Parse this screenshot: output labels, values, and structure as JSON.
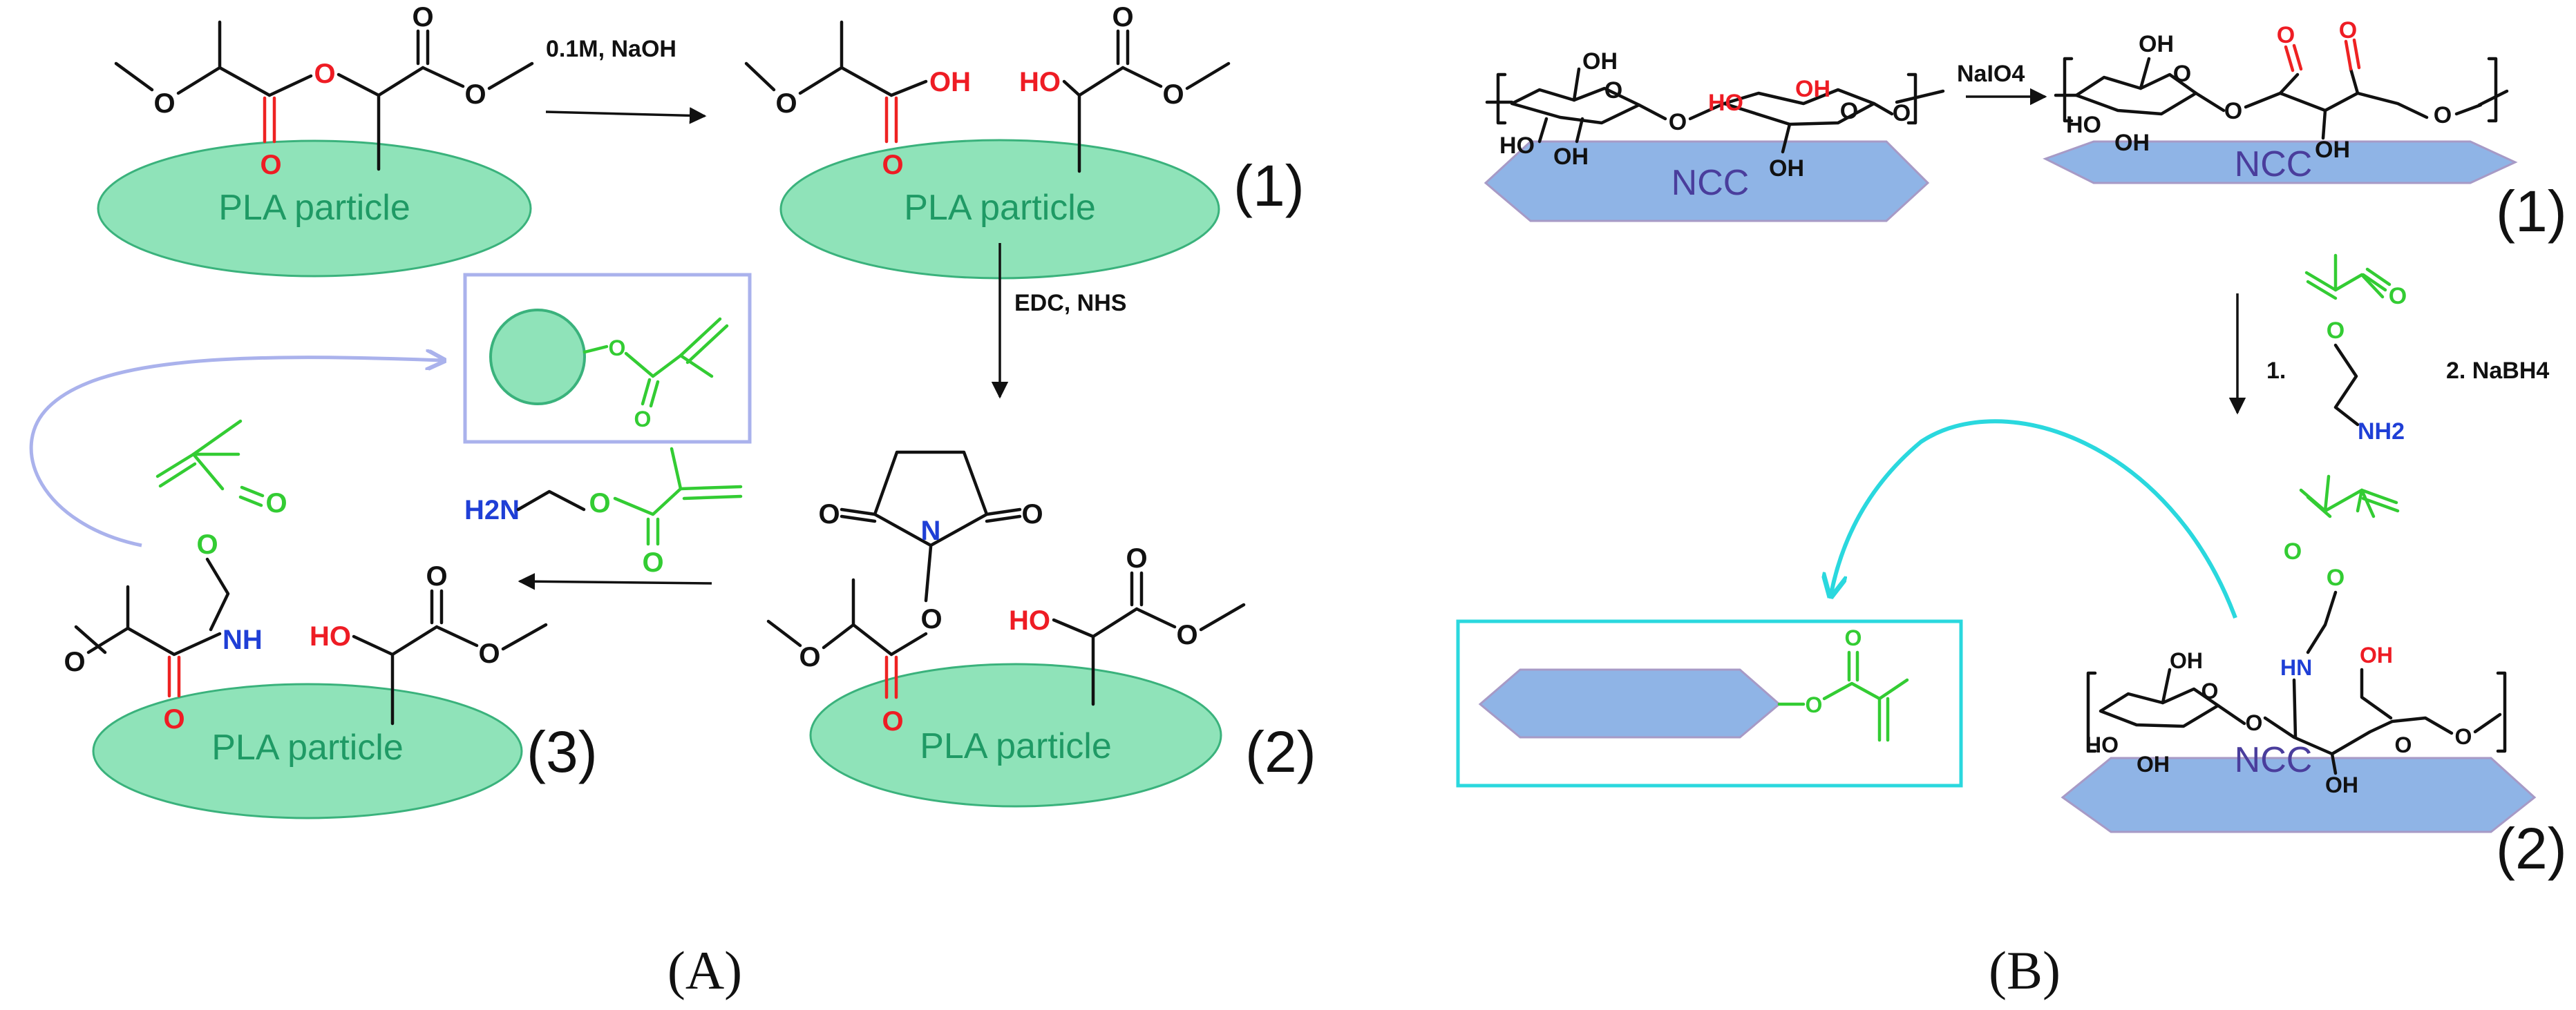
{
  "colors": {
    "pla_fill": "#8fe3b9",
    "pla_stroke": "#3ab27c",
    "pla_text": "#1f9a65",
    "ncc_fill": "#8fb4e6",
    "ncc_stroke": "#a79ac6",
    "ncc_text": "#4a3d9c",
    "oxygen": "#ee1c24",
    "nitrogen": "#1f3fd6",
    "methacrylate": "#33cc33",
    "aldehyde": "#ee1c24",
    "arrow_A": "#aab2ec",
    "arrow_B": "#2ad8de"
  },
  "panel_A": {
    "label": "(A)",
    "particle_label": "PLA particle",
    "step1_reagent": "0.1M, NaOH",
    "step2_reagent": "EDC, NHS",
    "step3_reagent": "H2N-CH2CH2-O-C(O)-C(CH3)=CH2",
    "compound_labels": [
      "(1)",
      "(2)",
      "(3)"
    ],
    "atoms": {
      "O": "O",
      "OH": "OH",
      "HO": "HO",
      "N": "N",
      "NH": "NH",
      "H2N": "H2N"
    }
  },
  "panel_B": {
    "label": "(B)",
    "particle_label": "NCC",
    "step1_reagent": "NaIO4",
    "step2_reagent_1": "1.",
    "step2_reagent_2": "2. NaBH4",
    "compound_labels": [
      "(1)",
      "(2)"
    ],
    "atoms": {
      "OH": "OH",
      "HO": "HO",
      "O": "O",
      "HN": "HN",
      "NH2": "NH2"
    }
  }
}
